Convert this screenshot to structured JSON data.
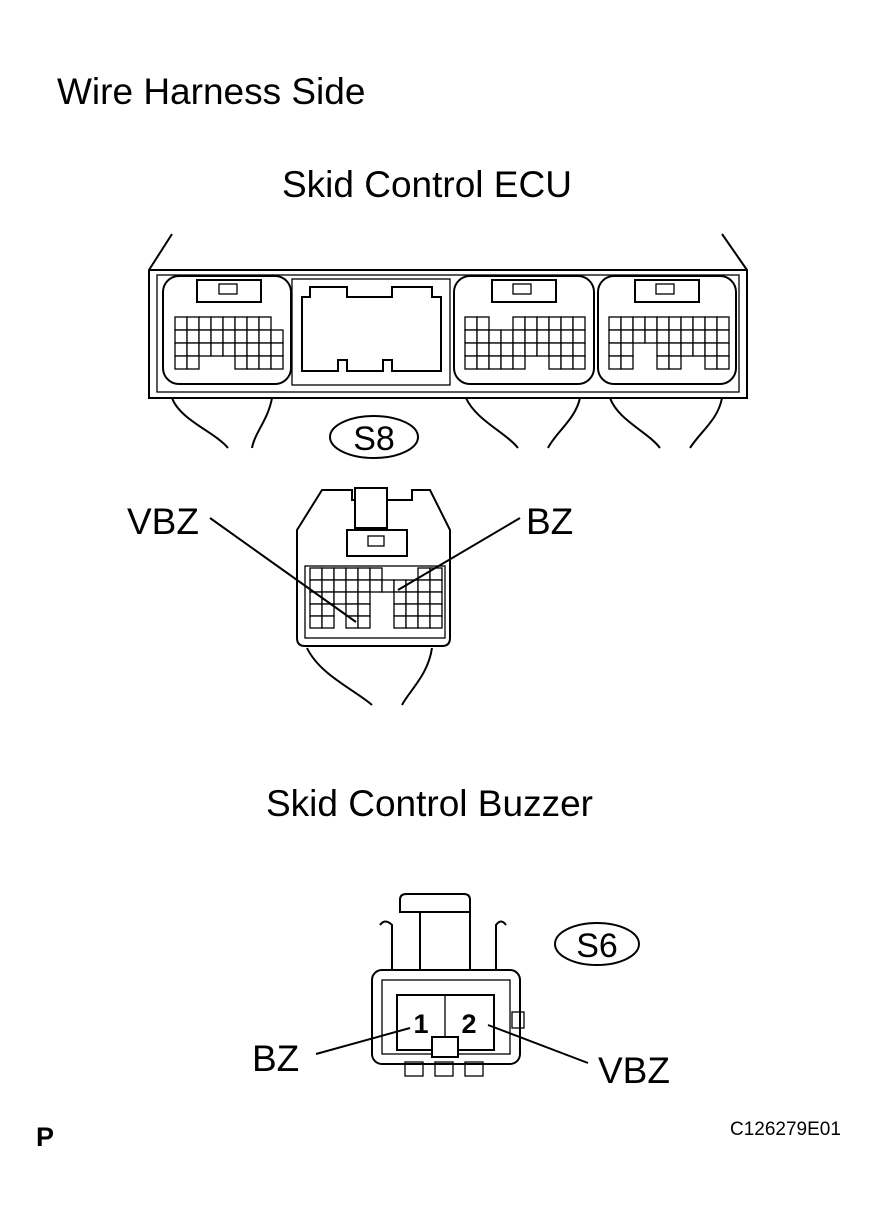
{
  "heading": "Wire Harness Side",
  "ecu": {
    "title": "Skid Control ECU",
    "connector_code": "S8",
    "terminal_labels": {
      "left": "VBZ",
      "right": "BZ"
    }
  },
  "buzzer": {
    "title": "Skid Control Buzzer",
    "connector_code": "S6",
    "pins": [
      "1",
      "2"
    ],
    "terminal_labels": {
      "left": "BZ",
      "right": "VBZ"
    }
  },
  "corner_mark": "P",
  "figure_code": "C126279E01"
}
